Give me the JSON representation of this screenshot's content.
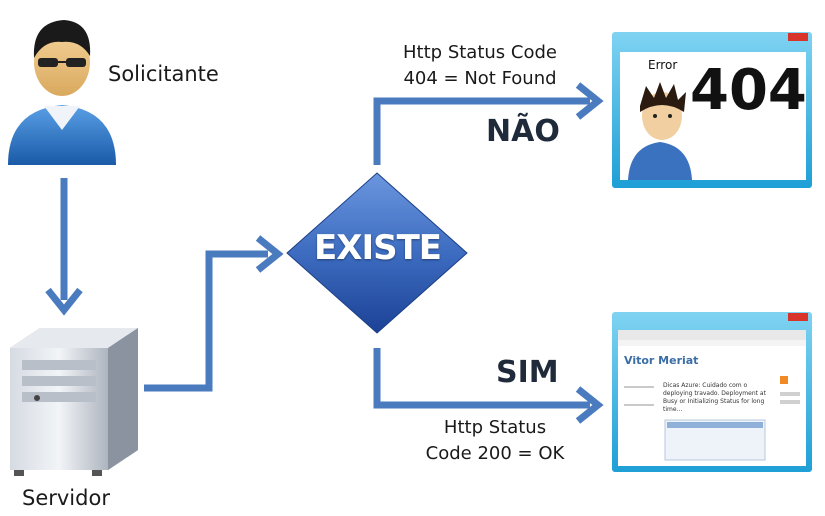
{
  "nodes": {
    "requester": "Solicitante",
    "server": "Servidor",
    "decision": "EXISTE"
  },
  "branches": {
    "no": {
      "label": "NÃO",
      "status_line1": "Http Status Code",
      "status_line2": "404 = Not Found",
      "screen_error_word": "Error",
      "screen_error_code": "404"
    },
    "yes": {
      "label": "SIM",
      "status_line1": "Http Status",
      "status_line2": "Code 200 = OK",
      "screen_blog_title": "Vitor Meriat",
      "screen_post_title": "Dicas Azure: Cuidado com o deploying travado. Deployment at Busy or Initializing Status for long time..."
    }
  },
  "colors": {
    "arrow": "#4a7bbf",
    "diamond_top": "#5b86cf",
    "diamond_bottom": "#1d4aa0",
    "window_frame": "#29b3e6"
  },
  "icons": [
    "user-icon",
    "server-icon",
    "error-window-icon",
    "browser-window-icon"
  ]
}
